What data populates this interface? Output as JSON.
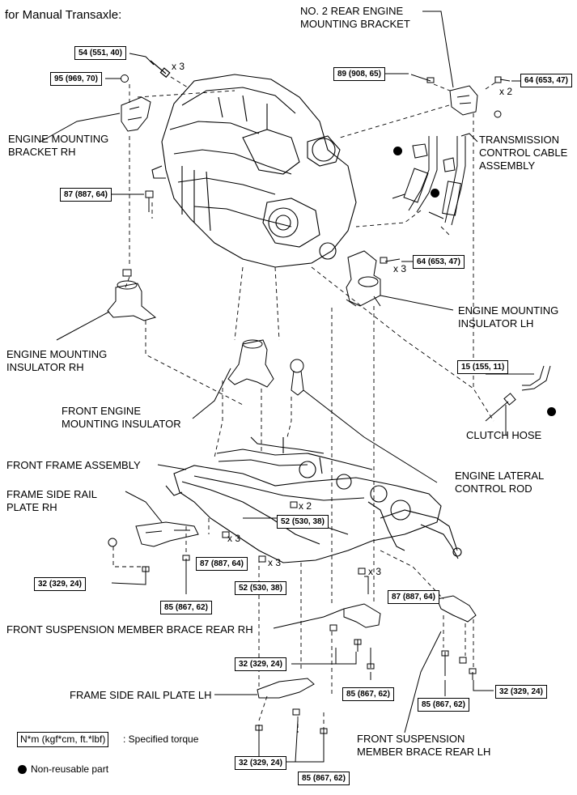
{
  "header": {
    "title": "for Manual Transaxle:"
  },
  "labels": {
    "no2_rear_bracket": "NO. 2 REAR ENGINE\nMOUNTING BRACKET",
    "engine_bracket_rh": "ENGINE MOUNTING\nBRACKET RH",
    "transmission_cable": "TRANSMISSION\nCONTROL CABLE\nASSEMBLY",
    "engine_insulator_lh": "ENGINE MOUNTING\nINSULATOR LH",
    "engine_insulator_rh": "ENGINE MOUNTING\nINSULATOR RH",
    "front_engine_insulator": "FRONT ENGINE\nMOUNTING INSULATOR",
    "clutch_hose": "CLUTCH HOSE",
    "front_frame": "FRONT FRAME ASSEMBLY",
    "lateral_rod": "ENGINE LATERAL\nCONTROL ROD",
    "frame_side_rail_rh": "FRAME SIDE RAIL\nPLATE RH",
    "brace_rear_rh": "FRONT SUSPENSION MEMBER BRACE REAR RH",
    "frame_side_rail_lh": "FRAME SIDE RAIL PLATE LH",
    "brace_rear_lh": "FRONT SUSPENSION\nMEMBER BRACE REAR LH"
  },
  "torques": {
    "t54": "54 (551, 40)",
    "t95": "95 (969, 70)",
    "t89": "89 (908, 65)",
    "t64a": "64 (653, 47)",
    "t87a": "87 (887, 64)",
    "t64b": "64 (653, 47)",
    "t15": "15 (155, 11)",
    "t52a": "52 (530, 38)",
    "t87b": "87 (887, 64)",
    "t52b": "52 (530, 38)",
    "t32a": "32 (329, 24)",
    "t85a": "85 (867, 62)",
    "t87c": "87 (887, 64)",
    "t32b": "32 (329, 24)",
    "t85b": "85 (867, 62)",
    "t32c": "32 (329, 24)",
    "t85c": "85 (867, 62)",
    "t32d": "32 (329, 24)",
    "t85d": "85 (867, 62)"
  },
  "multipliers": {
    "m1": "x 3",
    "m2": "x 2",
    "m3": "x 3",
    "m4": "x 2",
    "m5": "x 3",
    "m6": "x 3",
    "m7": "x 3"
  },
  "legend": {
    "torque_unit": "N*m (kgf*cm, ft.*lbf)",
    "torque_desc": ": Specified torque",
    "nonreusable": "Non-reusable part"
  }
}
